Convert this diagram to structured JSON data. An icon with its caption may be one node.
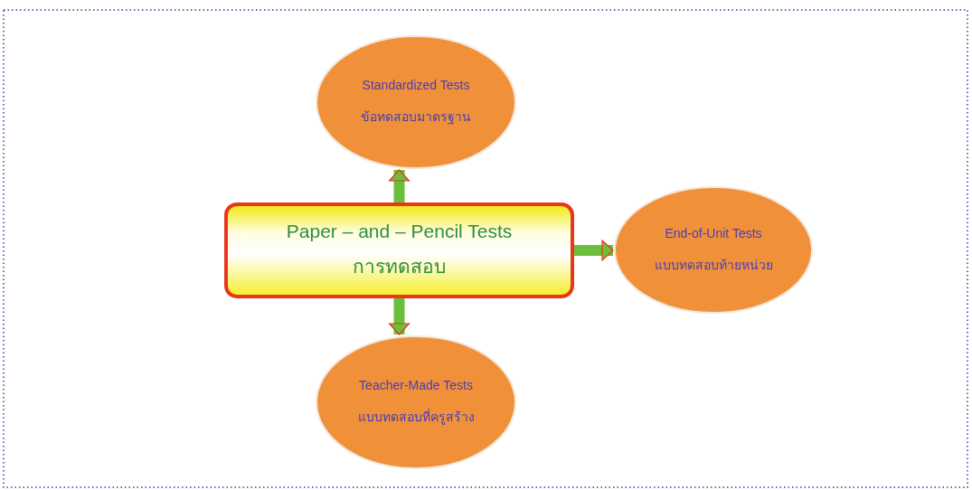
{
  "diagram": {
    "nodes": [
      {
        "text": [
          "Paper – and – Pencil Tests",
          "การทดสอบ"
        ]
      },
      {
        "text": [
          "Standardized Tests",
          "ข้อทดสอบมาตรฐาน"
        ]
      },
      {
        "text": [
          "End-of-Unit Tests",
          "แบบทดสอบท้ายหน่วย"
        ]
      },
      {
        "text": [
          "Teacher-Made Tests",
          "แบบทดสอบที่ครูสร้าง"
        ]
      }
    ],
    "edges": [
      {
        "from": 0,
        "to": 1,
        "arrow": "to"
      },
      {
        "from": 0,
        "to": 2,
        "arrow": "to"
      },
      {
        "from": 0,
        "to": 3,
        "arrow": "to"
      }
    ]
  }
}
